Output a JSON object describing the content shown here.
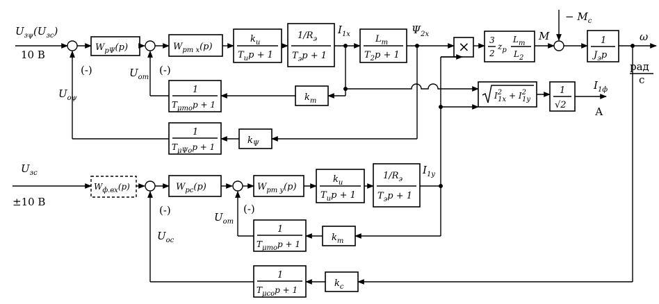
{
  "inputs": {
    "psi_ref": "U",
    "psi_ref_sub": "зψ",
    "psi_ref_alt": "(U",
    "psi_ref_alt_sub": "зс",
    "psi_ref_close": ")",
    "psi_ref_range": "10 В",
    "speed_ref": "U",
    "speed_ref_sub": "зс",
    "speed_ref_range": "±10 В",
    "load_torque": "− M",
    "load_torque_sub": "с"
  },
  "blocks": {
    "w_rpsi": "W",
    "w_rpsi_sub": "рΨ",
    "w_rpsi_arg": "(p)",
    "w_rtx": "W",
    "w_rtx_sub": "рт x",
    "w_rtx_arg": "(p)",
    "inv1_num": "k",
    "inv1_num_sub": "и",
    "inv1_den": "T",
    "inv1_den_sub": "и",
    "inv1_den_tail": "p + 1",
    "arm1_num": "1/R",
    "arm1_num_sub": "э",
    "arm1_den": "T",
    "arm1_den_sub": "э",
    "arm1_den_tail": "p + 1",
    "lm_num": "L",
    "lm_num_sub": "m",
    "lm_den": "T",
    "lm_den_sub": "2",
    "lm_den_tail": "p + 1",
    "mult": "×",
    "torque_coef": "3",
    "torque_coef_den": "2",
    "torque_zp": "z",
    "torque_zp_sub": "p",
    "torque_lm": "L",
    "torque_lm_sub": "m",
    "torque_l2": "L",
    "torque_l2_sub": "2",
    "inertia_num": "1",
    "inertia_den": "J",
    "inertia_den_sub": "э",
    "inertia_den_tail": "p",
    "filt_cur_x_num": "1",
    "filt_cur_x_den": "T",
    "filt_cur_x_den_sub": "μто",
    "filt_cur_x_den_tail": "p + 1",
    "k_t_x": "k",
    "k_t_x_sub": "т",
    "filt_psi_num": "1",
    "filt_psi_den": "T",
    "filt_psi_den_sub": "μΨо",
    "filt_psi_den_tail": "p + 1",
    "k_psi": "k",
    "k_psi_sub": "Ψ",
    "sqrt_block": "√(I²₁x + I²₁y)",
    "sqrt_block_a": "I",
    "sqrt_block_a_sub": "1x",
    "sqrt_block_b": "I",
    "sqrt_block_b_sub": "1y",
    "inv_sqrt2_num": "1",
    "inv_sqrt2_den": "√2",
    "w_fvx": "W",
    "w_fvx_sub": "ф.вх",
    "w_fvx_arg": "(p)",
    "w_rc": "W",
    "w_rc_sub": "рс",
    "w_rc_arg": "(p)",
    "w_rty": "W",
    "w_rty_sub": "рт y",
    "w_rty_arg": "(p)",
    "inv2_num": "k",
    "inv2_num_sub": "и",
    "inv2_den": "T",
    "inv2_den_sub": "и",
    "inv2_den_tail": "p + 1",
    "arm2_num": "1/R",
    "arm2_num_sub": "э",
    "arm2_den": "T",
    "arm2_den_sub": "э",
    "arm2_den_tail": "p + 1",
    "filt_cur_y_num": "1",
    "filt_cur_y_den": "T",
    "filt_cur_y_den_sub": "μто",
    "filt_cur_y_den_tail": "p + 1",
    "k_t_y": "k",
    "k_t_y_sub": "т",
    "filt_speed_num": "1",
    "filt_speed_den": "T",
    "filt_speed_den_sub": "μсо",
    "filt_speed_den_tail": "p + 1",
    "k_c": "k",
    "k_c_sub": "с"
  },
  "signals": {
    "i1x": "I",
    "i1x_sub": "1x",
    "psi2x": "Ψ",
    "psi2x_sub": "2x",
    "torque": "M",
    "omega": "ω",
    "omega_unit_num": "рад",
    "omega_unit_den": "с",
    "i1f": "I",
    "i1f_sub": "1ф",
    "i1f_unit": "А",
    "i1y": "I",
    "i1y_sub": "1y",
    "u_ot_top": "U",
    "u_ot_top_sub": "от",
    "u_opsi": "U",
    "u_opsi_sub": "оψ",
    "u_ot_bottom": "U",
    "u_ot_bottom_sub": "от",
    "u_oc": "U",
    "u_oc_sub": "ос",
    "neg1": "(-)",
    "neg2": "(-)",
    "neg3": "(-)",
    "neg4": "(-)"
  }
}
